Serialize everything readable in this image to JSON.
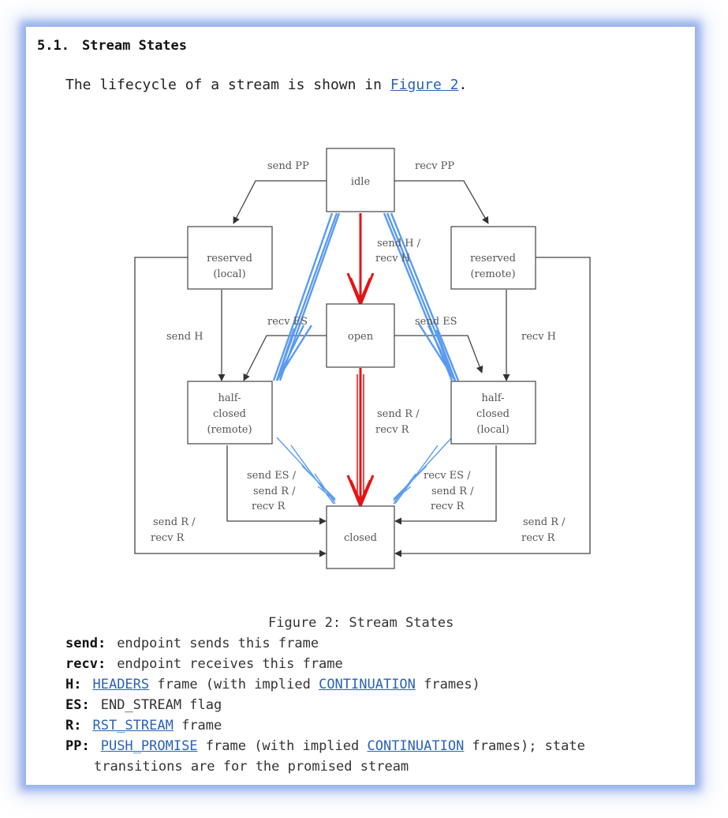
{
  "section": {
    "number": "5.1.",
    "title": "Stream States"
  },
  "intro": {
    "before": "The lifecycle of a stream is shown in ",
    "link": "Figure 2",
    "after": "."
  },
  "diagram": {
    "states": {
      "idle": [
        "idle"
      ],
      "reserved_local": [
        "reserved",
        "(local)"
      ],
      "reserved_remote": [
        "reserved",
        "(remote)"
      ],
      "open": [
        "open"
      ],
      "half_closed_remote": [
        "half-",
        "closed",
        "(remote)"
      ],
      "half_closed_local": [
        "half-",
        "closed",
        "(local)"
      ],
      "closed": [
        "closed"
      ]
    },
    "labels": {
      "send_pp": [
        "send PP"
      ],
      "recv_pp": [
        "recv PP"
      ],
      "send_h_recv_h": [
        "send H /",
        "recv H"
      ],
      "send_h": [
        "send H"
      ],
      "recv_h": [
        "recv H"
      ],
      "recv_es": [
        "recv ES"
      ],
      "send_es": [
        "send ES"
      ],
      "send_r_recv_r_mid": [
        "send R /",
        "recv R"
      ],
      "send_es_left": [
        "send ES /",
        "send R /",
        "recv R"
      ],
      "recv_es_right": [
        "recv ES /",
        "send R /",
        "recv R"
      ],
      "send_r_recv_r_left": [
        "send R /",
        "recv R"
      ],
      "send_r_recv_r_right": [
        "send R /",
        "recv R"
      ]
    },
    "highlight_colors": {
      "red": "#e41414",
      "blue": "#5a9bee",
      "line": "#444444"
    }
  },
  "caption": "Figure 2: Stream States",
  "legend": [
    {
      "key": "send:",
      "parts": [
        {
          "t": "endpoint sends this frame"
        }
      ]
    },
    {
      "key": "recv:",
      "parts": [
        {
          "t": "endpoint receives this frame"
        }
      ]
    },
    {
      "key": "H:",
      "parts": [
        {
          "link": "HEADERS"
        },
        {
          "t": " frame (with implied "
        },
        {
          "link": "CONTINUATION"
        },
        {
          "t": " frames)"
        }
      ]
    },
    {
      "key": "ES:",
      "parts": [
        {
          "t": "END_STREAM flag"
        }
      ]
    },
    {
      "key": "R:",
      "parts": [
        {
          "link": "RST_STREAM"
        },
        {
          "t": " frame"
        }
      ]
    },
    {
      "key": "PP:",
      "parts": [
        {
          "link": "PUSH_PROMISE"
        },
        {
          "t": " frame (with implied "
        },
        {
          "link": "CONTINUATION"
        },
        {
          "t": " frames); state"
        }
      ]
    }
  ],
  "legend_continuation": "transitions are for the promised stream"
}
